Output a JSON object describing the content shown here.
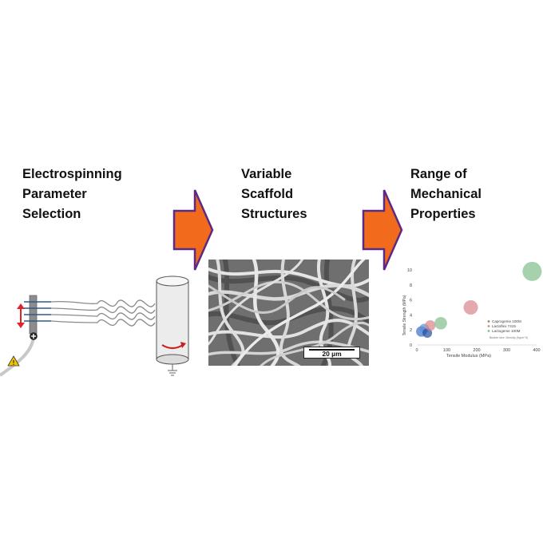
{
  "panels": {
    "parameter": {
      "lines": [
        "Electrospinning",
        "Parameter",
        "Selection"
      ]
    },
    "structure": {
      "lines": [
        "Variable",
        "Scaffold",
        "Structures"
      ]
    },
    "mechanics": {
      "lines": [
        "Range of",
        "Mechanical",
        "Properties"
      ]
    }
  },
  "icons": {
    "arrows": "flow-arrow",
    "warning": "high-voltage-warning-icon",
    "ground": "ground-icon",
    "needle_motion": "double-headed-arrow",
    "rotation": "rotation-arrow"
  },
  "colors": {
    "arrow_fill": "#f26b1d",
    "arrow_outline": "#5b2a86",
    "series_caprogeme": "#8a8a8a",
    "series_lactoflex": "#d9858a",
    "series_lactogeme": "#7fbf8a"
  },
  "sem_image": {
    "scale_label": "20 µm"
  },
  "chart_data": {
    "type": "scatter",
    "xlabel": "Tensile Modulus (MPa)",
    "ylabel": "Tensile Strength (MPa)",
    "xlim": [
      0,
      400
    ],
    "ylim": [
      0,
      10
    ],
    "x_ticks": [
      "0",
      "100",
      "200",
      "300",
      "400"
    ],
    "y_ticks": [
      "0",
      "2",
      "4",
      "6",
      "8",
      "10"
    ],
    "legend_position": "right",
    "size_note": "Bubble size: Density (Kg/m^3)",
    "series": [
      {
        "name": "Caprogeme 100M",
        "color": "#8a8a8a"
      },
      {
        "name": "Lactoflex 7415",
        "color": "#d9858a"
      },
      {
        "name": "Lactogeme 100M",
        "color": "#7fbf8a"
      }
    ],
    "points": [
      {
        "x": 15,
        "y": 1.8,
        "r": 0.55,
        "color": "#3d6fc4"
      },
      {
        "x": 25,
        "y": 2.2,
        "r": 0.5,
        "color": "#5a8fd6"
      },
      {
        "x": 35,
        "y": 1.6,
        "r": 0.5,
        "color": "#1f4f9c"
      },
      {
        "x": 45,
        "y": 2.6,
        "r": 0.55,
        "color": "#d9858a"
      },
      {
        "x": 80,
        "y": 2.9,
        "r": 0.65,
        "color": "#7fbf8a"
      },
      {
        "x": 180,
        "y": 5.0,
        "r": 0.75,
        "color": "#d9858a"
      },
      {
        "x": 385,
        "y": 9.8,
        "r": 1.0,
        "color": "#7fbf8a"
      }
    ]
  }
}
